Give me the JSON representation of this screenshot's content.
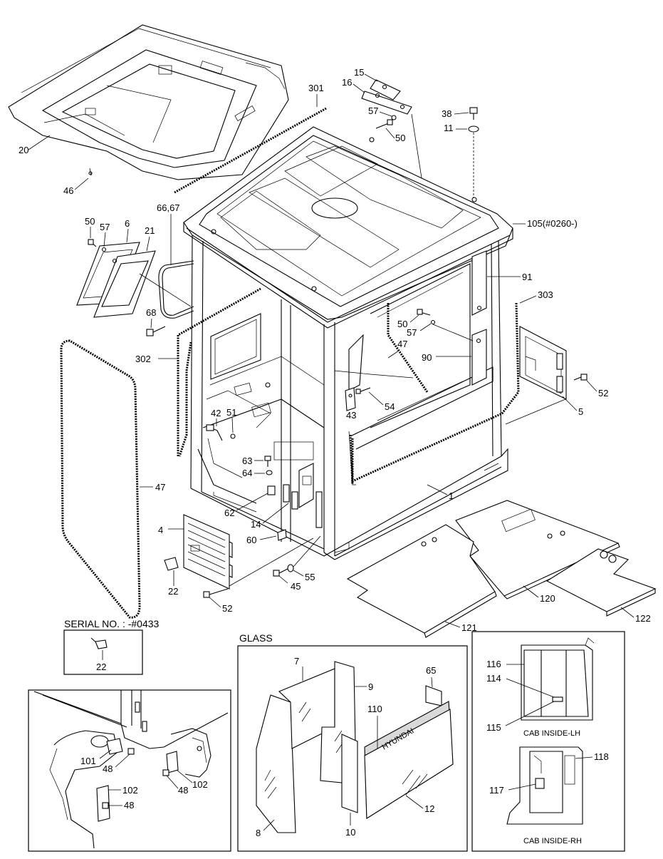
{
  "callouts": {
    "c1": "1",
    "c4": "4",
    "c5": "5",
    "c6": "6",
    "c7": "7",
    "c8": "8",
    "c9": "9",
    "c10": "10",
    "c11": "11",
    "c12": "12",
    "c14": "14",
    "c15": "15",
    "c16": "16",
    "c20": "20",
    "c21": "21",
    "c22": "22",
    "c22b": "22",
    "c38": "38",
    "c42": "42",
    "c43": "43",
    "c45": "45",
    "c46": "46",
    "c47a": "47",
    "c47b": "47",
    "c48a": "48",
    "c48b": "48",
    "c48c": "48",
    "c50a": "50",
    "c50b": "50",
    "c50c": "50",
    "c51": "51",
    "c52a": "52",
    "c52b": "52",
    "c54": "54",
    "c55": "55",
    "c57a": "57",
    "c57b": "57",
    "c57c": "57",
    "c60": "60",
    "c62": "62",
    "c63": "63",
    "c64": "64",
    "c65": "65",
    "c6667": "66,67",
    "c68": "68",
    "c90": "90",
    "c91": "91",
    "c101": "101",
    "c102a": "102",
    "c102b": "102",
    "c105": "105(#0260-)",
    "c110": "110",
    "c114": "114",
    "c115": "115",
    "c116": "116",
    "c117": "117",
    "c118": "118",
    "c120": "120",
    "c121": "121",
    "c122": "122",
    "c301": "301",
    "c302": "302",
    "c303": "303"
  },
  "insets": {
    "serial_label": "SERIAL NO. : -#0433",
    "glass_title": "GLASS",
    "glass_brand": "HYUNDAI",
    "cab_inside_lh": "CAB INSIDE-LH",
    "cab_inside_rh": "CAB INSIDE-RH"
  }
}
